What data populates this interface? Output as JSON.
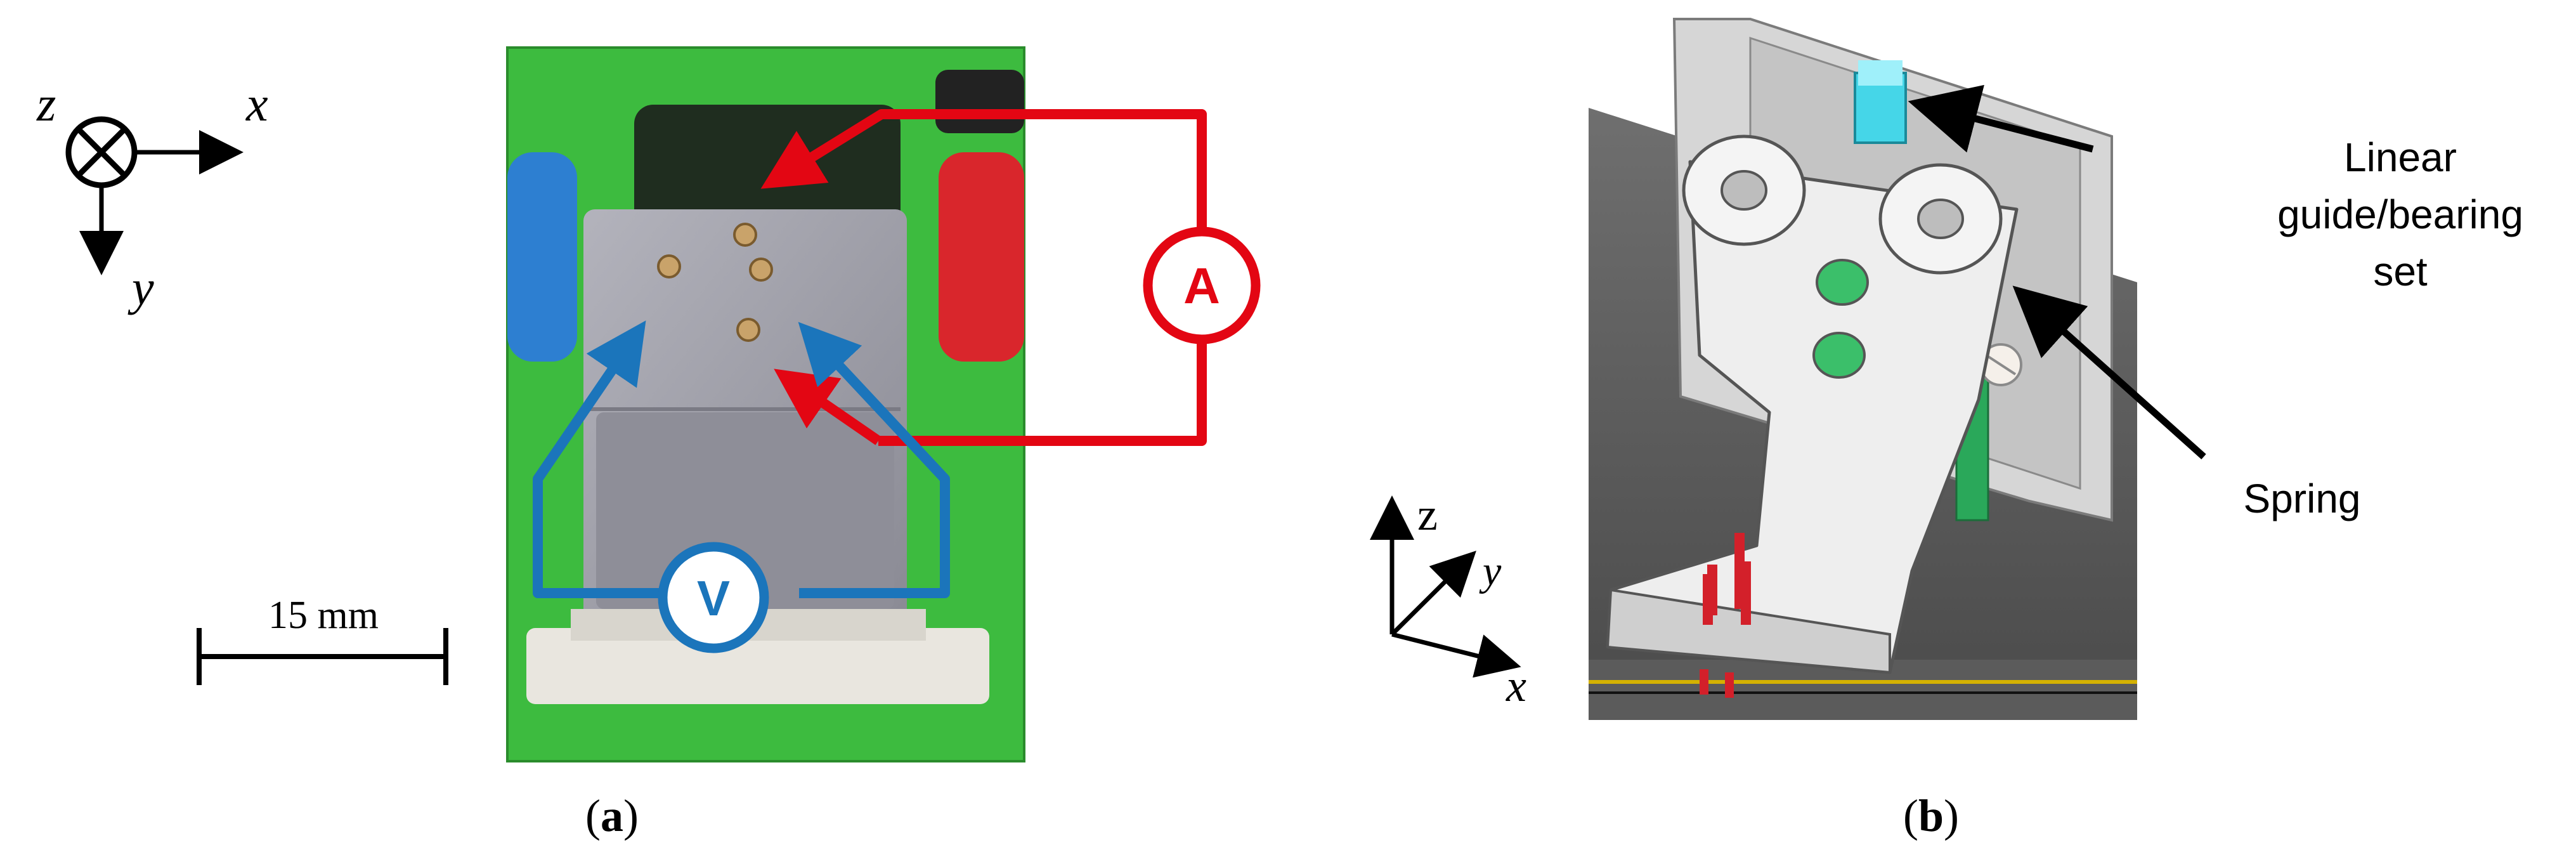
{
  "panel_a": {
    "label": "a",
    "axes": {
      "z": "z",
      "x": "x",
      "y": "y"
    },
    "scale_bar": "15 mm",
    "ammeter": "A",
    "voltmeter": "V"
  },
  "panel_b": {
    "label": "b",
    "axes": {
      "z": "z",
      "y": "y",
      "x": "x"
    },
    "annotations": {
      "linear_guide_line1": "Linear",
      "linear_guide_line2": "guide/bearing",
      "linear_guide_line3": "set",
      "spring": "Spring"
    }
  },
  "colors": {
    "red": "#e30613",
    "blue": "#1b75bb",
    "green": "#3dbb3f",
    "grey_block": "#9a9aa3",
    "cyan_guide": "#45d6e8"
  }
}
